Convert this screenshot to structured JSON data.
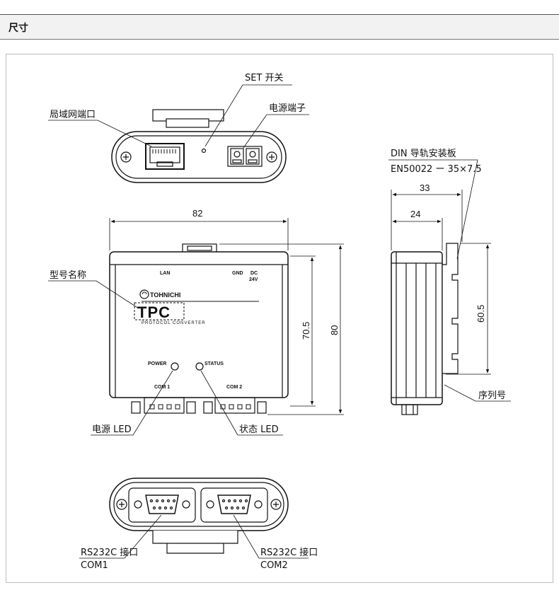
{
  "header": {
    "title": "尺寸"
  },
  "labels": {
    "set_switch": "SET 开关",
    "lan_port": "局域网端口",
    "power_terminal": "电源端子",
    "din_rail_line1": "DIN 导轨安装板",
    "din_rail_line2": "EN50022 ー 35×7.5",
    "model_name": "型号名称",
    "power_led": "电源 LED",
    "status_led": "状态 LED",
    "serial_no": "序列号",
    "rs232c_com1_line1": "RS232C 接口",
    "rs232c_com1_line2": "COM1",
    "rs232c_com2_line1": "RS232C 接口",
    "rs232c_com2_line2": "COM2"
  },
  "dimensions": {
    "width": "82",
    "height_outer": "80",
    "height_inner": "70.5",
    "depth_total": "33",
    "depth_body": "24",
    "rail_height": "60.5"
  },
  "device_print": {
    "lan": "LAN",
    "gnd": "GND",
    "dc": "DC",
    "v24": "24V",
    "brand": "TOHNICHI",
    "model": "TPC",
    "subtitle": "PROTOCOL CONVERTER",
    "power": "POWER",
    "status": "STATUS",
    "com1": "COM 1",
    "com2": "COM 2"
  }
}
